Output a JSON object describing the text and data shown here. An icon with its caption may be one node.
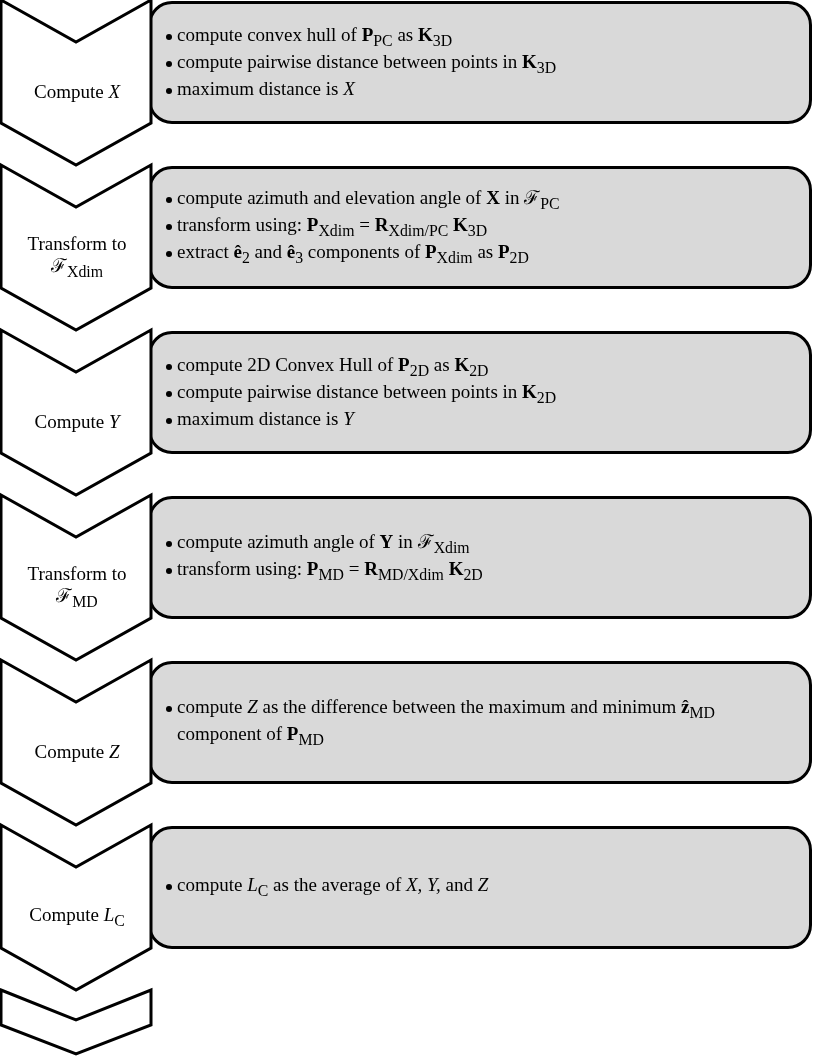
{
  "diagram": {
    "nodes": [
      {
        "text": [
          "Compute *X*"
        ]
      },
      {
        "text": [
          "compute convex hull of **P**$_{PC}$ as **K**$_{3D}$",
          "compute pairwise distance between points in **K**$_{3D}$",
          "maximum distance is *X*"
        ]
      },
      {
        "text": [
          "Transform to ℱ$_{Xdim}$"
        ]
      },
      {
        "text": [
          "compute azimuth and elevation angle of **X** in ℱ$_{PC}$",
          "transform using: **P**$_{Xdim}$ = **R**$_{Xdim/PC}$ **K**$_{3D}$",
          "extract **ê**$_{2}$ and **ê**$_{3}$ components of **P**$_{Xdim}$ as **P**$_{2D}$"
        ]
      },
      {
        "text": [
          "Compute *Y*"
        ]
      },
      {
        "text": [
          "compute 2D Convex Hull of **P**$_{2D}$ as **K**$_{2D}$",
          "compute pairwise distance between points in **K**$_{2D}$",
          "maximum distance is *Y*"
        ]
      },
      {
        "text": [
          "Transform to ℱ$_{MD}$"
        ]
      },
      {
        "text": [
          "compute azimuth angle of **Y** in ℱ$_{Xdim}$",
          "transform using: **P**$_{MD}$ = **R**$_{MD/Xdim}$ **K**$_{2D}$"
        ]
      },
      {
        "text": [
          "Compute *Z*"
        ]
      },
      {
        "text": [
          "compute *Z* as the difference between the maximum and minimum **ẑ**$_{MD}$ component of **P**$_{MD}$"
        ]
      },
      {
        "text": [
          "Compute *L*$_{C}$"
        ]
      },
      {
        "text": [
          "compute *L*$_{C}$ as the average of *X, Y,* and *Z*"
        ]
      },
      {
        "text": [],
        "shape": "chevron"
      }
    ]
  }
}
